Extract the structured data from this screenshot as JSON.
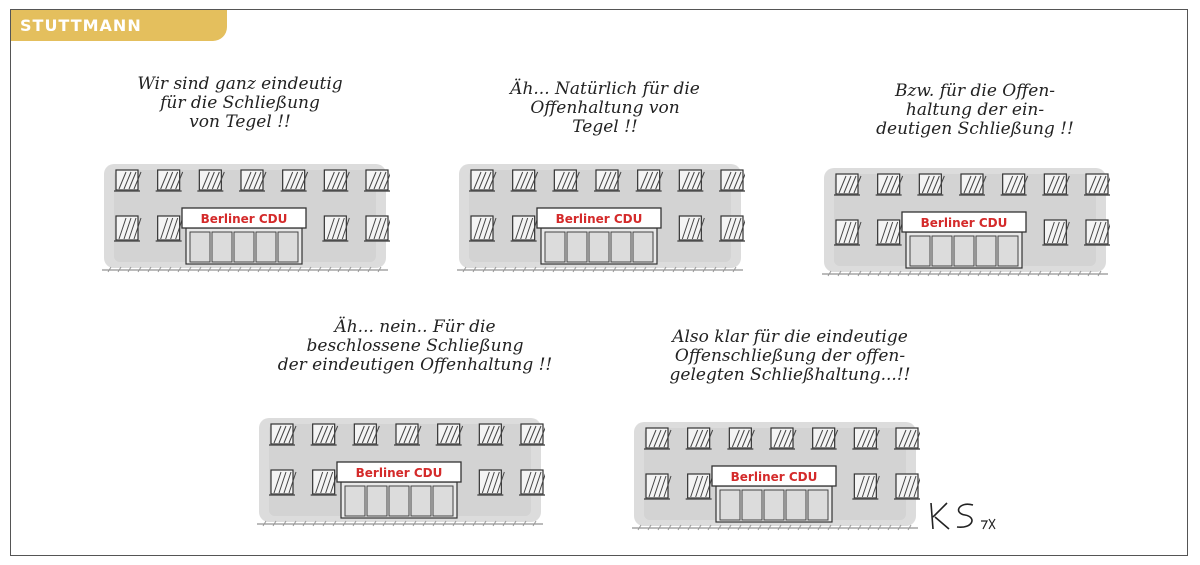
{
  "header": {
    "label": "STUTTMANN"
  },
  "panels": [
    {
      "speech": "Wir sind ganz eindeutig\nfür die Schließung\nvon Tegel !!",
      "sign": "Berliner CDU"
    },
    {
      "speech": "Äh... Natürlich für die\nOffenhaltung von\nTegel !!",
      "sign": "Berliner CDU"
    },
    {
      "speech": "Bzw. für die Offen-\nhaltung der ein-\ndeutigen Schließung !!",
      "sign": "Berliner CDU"
    },
    {
      "speech": "Äh... nein.. Für die\nbeschlossene Schließung\nder eindeutigen Offenhaltung !!",
      "sign": "Berliner CDU"
    },
    {
      "speech": "Also klar für die eindeutige\nOffenschließung der offen-\ngelegten Schließhaltung...!!",
      "sign": "Berliner CDU"
    }
  ],
  "colors": {
    "label_bg": "#e4bf5d",
    "sign_text": "#d42a2a",
    "wall": "#d6d6d6"
  }
}
